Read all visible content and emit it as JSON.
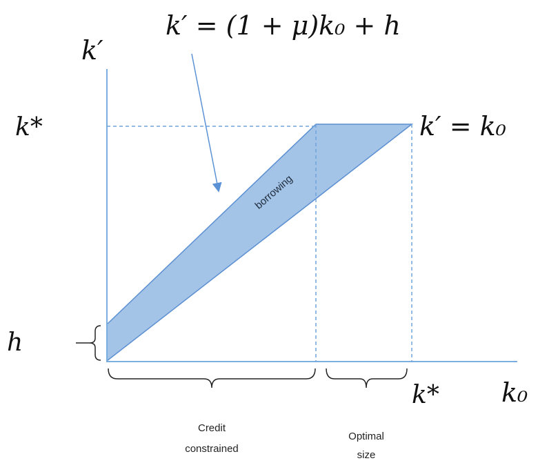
{
  "equation_top": "k′ = (1 + μ)k₀ + h",
  "equation_right": "k′ = k₀",
  "y_axis_label": "k′",
  "x_axis_label": "k₀",
  "y_tick_kstar": "k*",
  "y_tick_h": "h",
  "x_tick_kstar": "k*",
  "band_label": "borrowing",
  "region_credit_line1": "Credit",
  "region_credit_line2": "constrained",
  "region_optimal_line1": "Optimal",
  "region_optimal_line2": "size",
  "colors": {
    "axis": "#7aaee0",
    "band_fill": "#93b8e3",
    "band_stroke": "#5b8fd1",
    "dashed": "#6fa3dc",
    "arrow": "#5b92d6",
    "brace": "#222222"
  }
}
